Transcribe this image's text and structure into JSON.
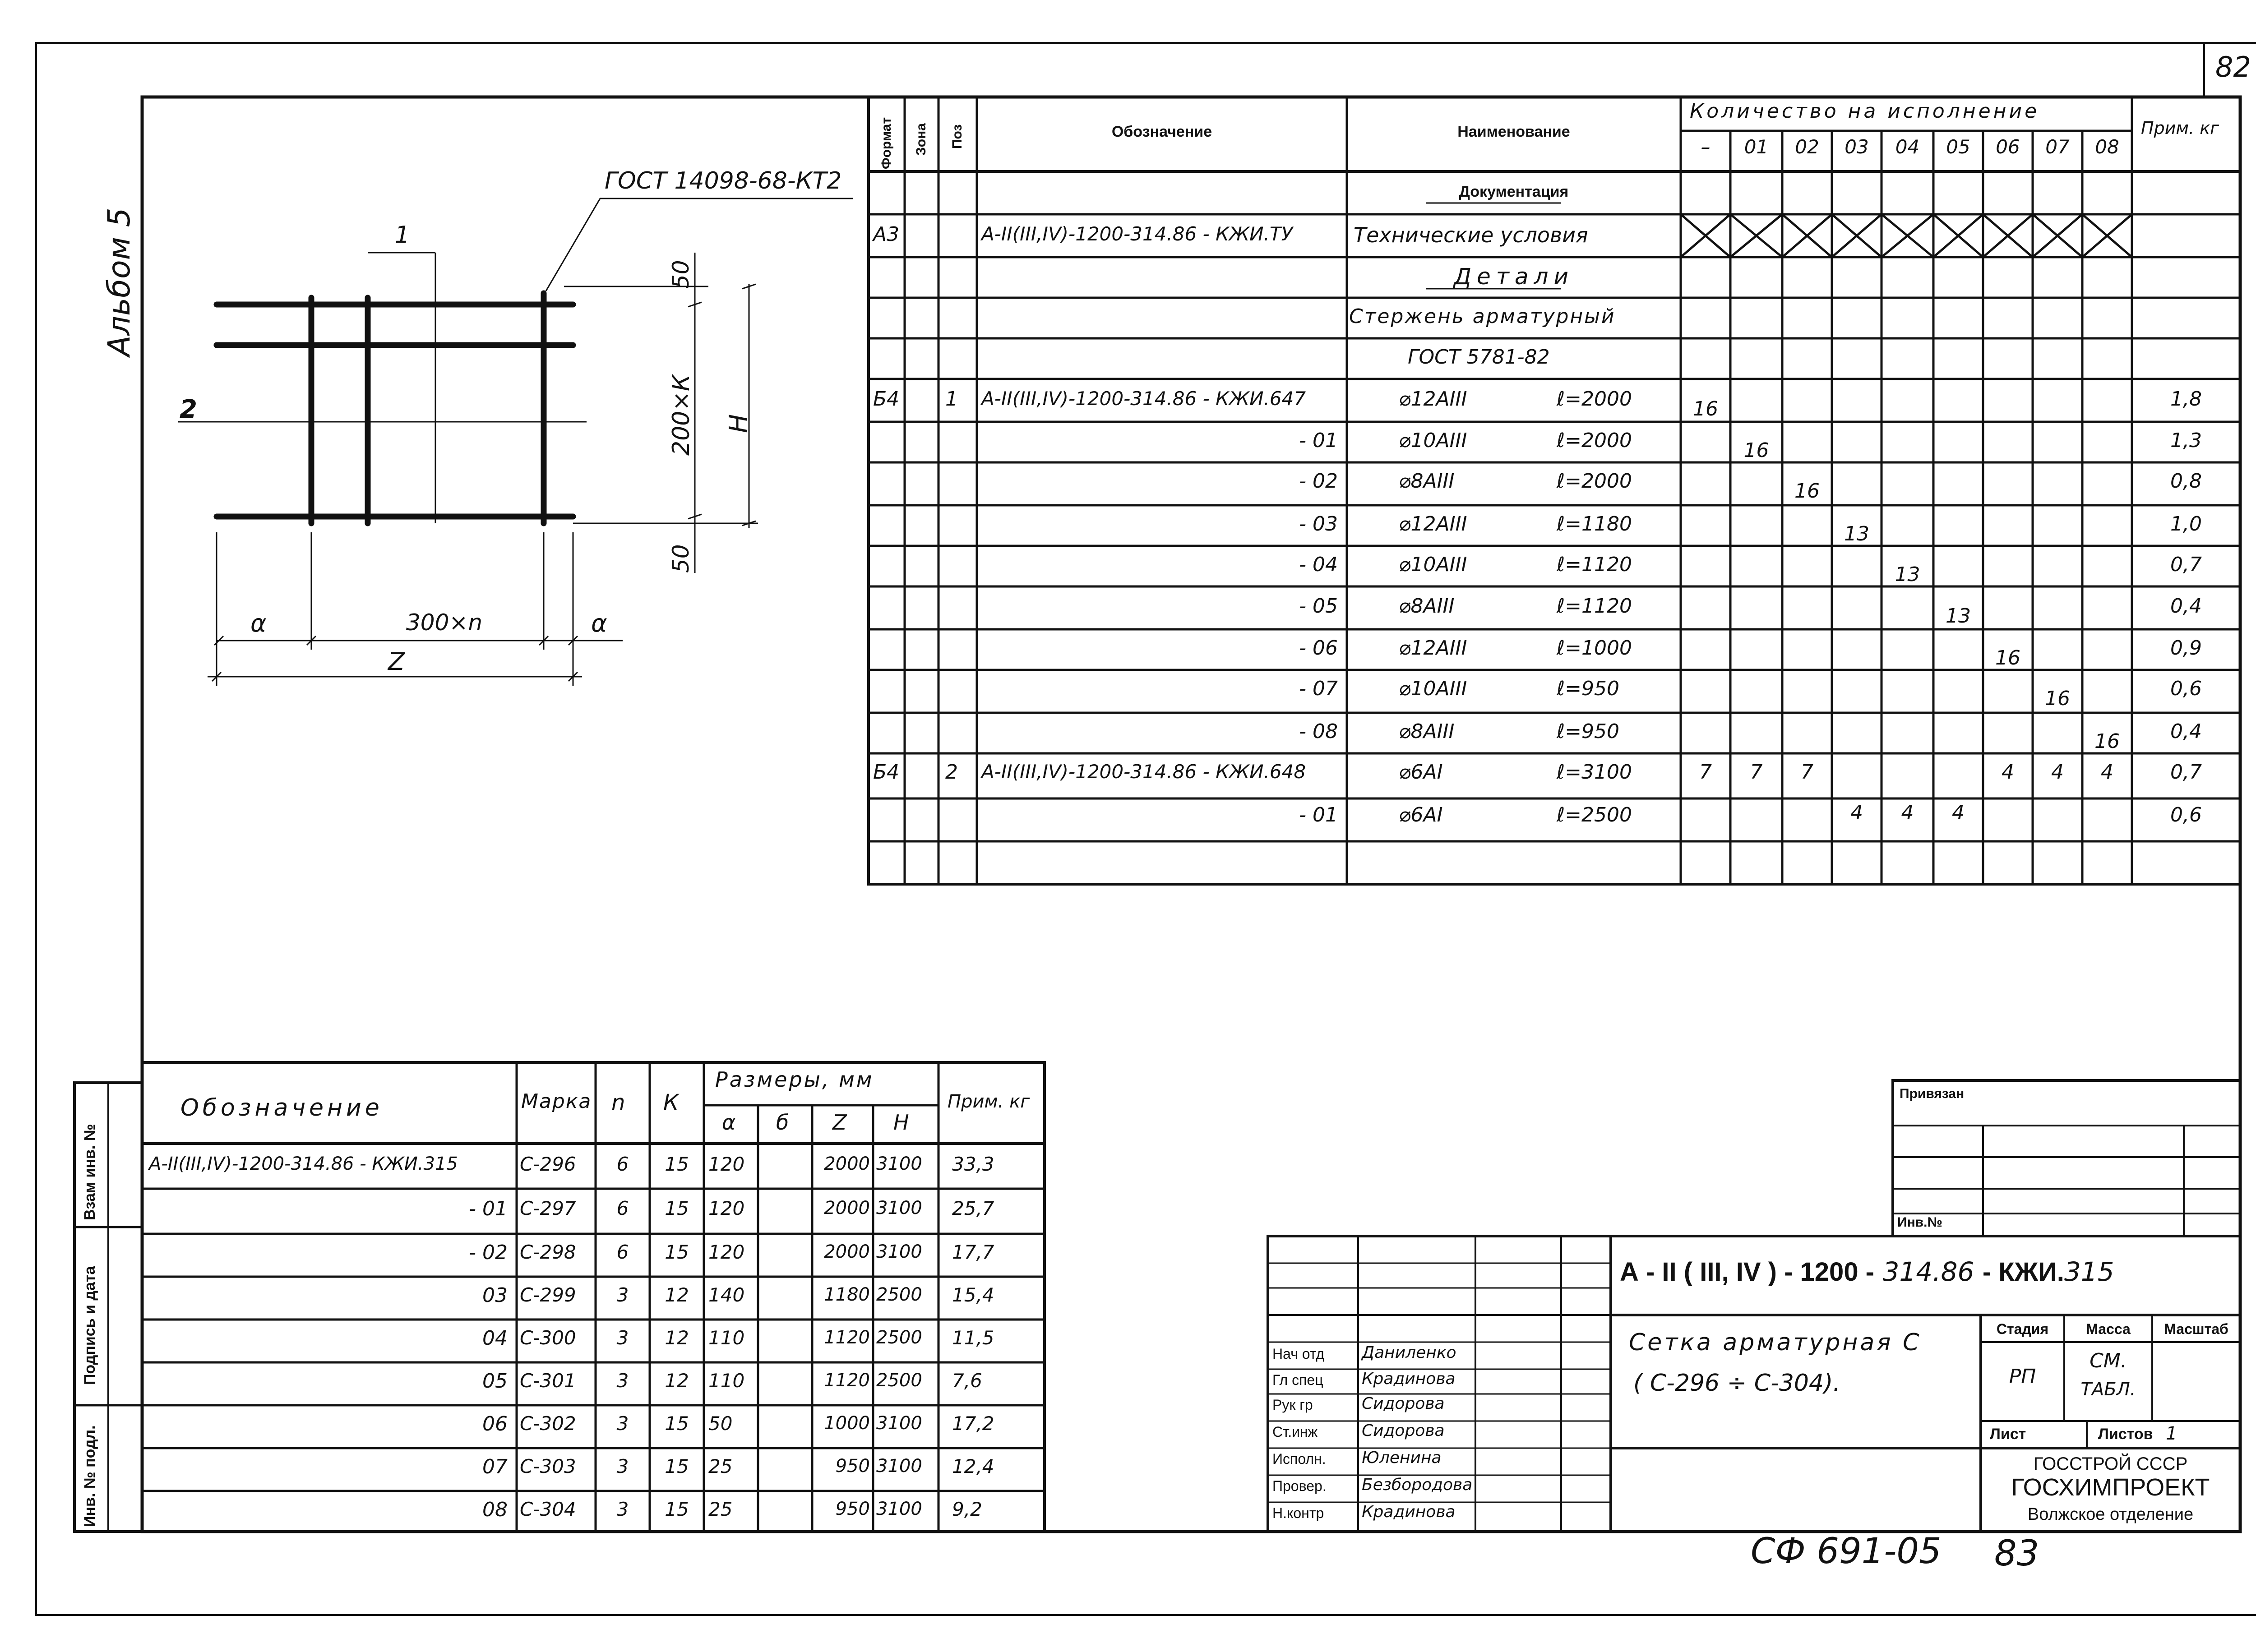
{
  "sheet": {
    "page_number": "82",
    "album": "Альбом 5",
    "bottom_code": "СФ 691-05",
    "bottom_number": "83"
  },
  "sketch": {
    "gost_ref": "ГОСТ 14098-68-КТ2",
    "pos_label": "1",
    "rod_label": "2",
    "dim_top": "50",
    "dim_bottom": "50",
    "dim_pitch": "200×К",
    "dim_h": "Н",
    "dim_a_left": "α",
    "dim_a_right": "α",
    "dim_span": "300×n",
    "dim_z": "Z"
  },
  "spec": {
    "headers": {
      "format": "Формат",
      "zone": "Зона",
      "pos": "Поз",
      "designation": "Обозначение",
      "name": "Наименование",
      "qty": "Количество на исполнение",
      "note": "Прим. кг"
    },
    "qty_cols": [
      "–",
      "01",
      "02",
      "03",
      "04",
      "05",
      "06",
      "07",
      "08"
    ],
    "section_documentation": "Документация",
    "doc_row": {
      "format": "А3",
      "designation": "А-II(III,IV)-1200-314.86 - КЖИ.ТУ",
      "name": "Технические условия"
    },
    "section_parts": "Детали",
    "rod_title": "Стержень арматурный",
    "rod_gost": "ГОСТ 5781-82",
    "rows": [
      {
        "format": "Б4",
        "pos": "1",
        "designation": "А-II(III,IV)-1200-314.86 - КЖИ.647",
        "dia": "⌀12АIII",
        "len": "ℓ=2000",
        "qcol": 0,
        "qty": "16",
        "note": "1,8"
      },
      {
        "format": "",
        "pos": "",
        "designation": "- 01",
        "dia": "⌀10АIII",
        "len": "ℓ=2000",
        "qcol": 1,
        "qty": "16",
        "note": "1,3"
      },
      {
        "format": "",
        "pos": "",
        "designation": "- 02",
        "dia": "⌀8АIII",
        "len": "ℓ=2000",
        "qcol": 2,
        "qty": "16",
        "note": "0,8"
      },
      {
        "format": "",
        "pos": "",
        "designation": "- 03",
        "dia": "⌀12АIII",
        "len": "ℓ=1180",
        "qcol": 3,
        "qty": "13",
        "note": "1,0"
      },
      {
        "format": "",
        "pos": "",
        "designation": "- 04",
        "dia": "⌀10АIII",
        "len": "ℓ=1120",
        "qcol": 4,
        "qty": "13",
        "note": "0,7"
      },
      {
        "format": "",
        "pos": "",
        "designation": "- 05",
        "dia": "⌀8АIII",
        "len": "ℓ=1120",
        "qcol": 5,
        "qty": "13",
        "note": "0,4"
      },
      {
        "format": "",
        "pos": "",
        "designation": "- 06",
        "dia": "⌀12АIII",
        "len": "ℓ=1000",
        "qcol": 6,
        "qty": "16",
        "note": "0,9"
      },
      {
        "format": "",
        "pos": "",
        "designation": "- 07",
        "dia": "⌀10АIII",
        "len": "ℓ=950",
        "qcol": 7,
        "qty": "16",
        "note": "0,6"
      },
      {
        "format": "",
        "pos": "",
        "designation": "- 08",
        "dia": "⌀8АIII",
        "len": "ℓ=950",
        "qcol": 8,
        "qty": "16",
        "note": "0,4"
      }
    ],
    "row_pos2": {
      "format": "Б4",
      "pos": "2",
      "designation": "А-II(III,IV)-1200-314.86 - КЖИ.648",
      "dia": "⌀6АI",
      "len": "ℓ=3100",
      "q": [
        "7",
        "7",
        "7",
        "",
        "",
        "",
        "4",
        "4",
        "4"
      ],
      "note": "0,7"
    },
    "row_pos2b": {
      "designation": "- 01",
      "dia": "⌀6АI",
      "len": "ℓ=2500",
      "q": [
        "",
        "",
        "",
        "4",
        "4",
        "4",
        "",
        "",
        ""
      ],
      "note": "0,6"
    }
  },
  "marks": {
    "headers": {
      "designation": "Обозначение",
      "mark": "Марка",
      "n": "n",
      "k": "К",
      "dims": "Размеры, мм",
      "a": "α",
      "b": "б",
      "z": "Z",
      "h": "Н",
      "note": "Прим. кг"
    },
    "rows": [
      {
        "designation": "А-II(III,IV)-1200-314.86 - КЖИ.315",
        "mark": "С-296",
        "n": "6",
        "k": "15",
        "a": "120",
        "z": "2000",
        "h": "3100",
        "note": "33,3"
      },
      {
        "designation": "- 01",
        "mark": "С-297",
        "n": "6",
        "k": "15",
        "a": "120",
        "z": "2000",
        "h": "3100",
        "note": "25,7"
      },
      {
        "designation": "- 02",
        "mark": "С-298",
        "n": "6",
        "k": "15",
        "a": "120",
        "z": "2000",
        "h": "3100",
        "note": "17,7"
      },
      {
        "designation": "03",
        "mark": "С-299",
        "n": "3",
        "k": "12",
        "a": "140",
        "z": "1180",
        "h": "2500",
        "note": "15,4"
      },
      {
        "designation": "04",
        "mark": "С-300",
        "n": "3",
        "k": "12",
        "a": "110",
        "z": "1120",
        "h": "2500",
        "note": "11,5"
      },
      {
        "designation": "05",
        "mark": "С-301",
        "n": "3",
        "k": "12",
        "a": "110",
        "z": "1120",
        "h": "2500",
        "note": "7,6"
      },
      {
        "designation": "06",
        "mark": "С-302",
        "n": "3",
        "k": "15",
        "a": "50",
        "z": "1000",
        "h": "3100",
        "note": "17,2"
      },
      {
        "designation": "07",
        "mark": "С-303",
        "n": "3",
        "k": "15",
        "a": "25",
        "z": "950",
        "h": "3100",
        "note": "12,4"
      },
      {
        "designation": "08",
        "mark": "С-304",
        "n": "3",
        "k": "15",
        "a": "25",
        "z": "950",
        "h": "3100",
        "note": "9,2"
      }
    ]
  },
  "side_stamp": {
    "vzam": "Взам инв. №",
    "podpis": "Подпись и дата",
    "inv": "Инв. № подл."
  },
  "title_block": {
    "privyazan": "Привязан",
    "inv_no": "Инв.№",
    "code_print_a": "А - II ( III, IV ) - 1200 -",
    "code_hand_a": "314.86",
    "code_print_b": "- КЖИ.",
    "code_hand_b": "315",
    "title_line1": "Сетка арматурная С",
    "title_line2": "( С-296 ÷ С-304).",
    "stage_label": "Стадия",
    "mass_label": "Масса",
    "scale_label": "Масштаб",
    "stage_value": "РП",
    "mass_value_1": "СМ.",
    "mass_value_2": "ТАБЛ.",
    "sheet_label": "Лист",
    "sheets_label": "Листов",
    "sheets_value": "1",
    "org1": "ГОССТРОЙ СССР",
    "org2": "ГОСХИМПРОЕКТ",
    "org3": "Волжское отделение",
    "people": [
      {
        "role": "Нач отд",
        "name": "Даниленко"
      },
      {
        "role": "Гл спец",
        "name": "Крадинова"
      },
      {
        "role": "Рук гр",
        "name": "Сидорова"
      },
      {
        "role": "Ст.инж",
        "name": "Сидорова"
      },
      {
        "role": "Исполн.",
        "name": "Юленина"
      },
      {
        "role": "Провер.",
        "name": "Безбородова"
      },
      {
        "role": "Н.контр",
        "name": "Крадинова"
      }
    ]
  }
}
